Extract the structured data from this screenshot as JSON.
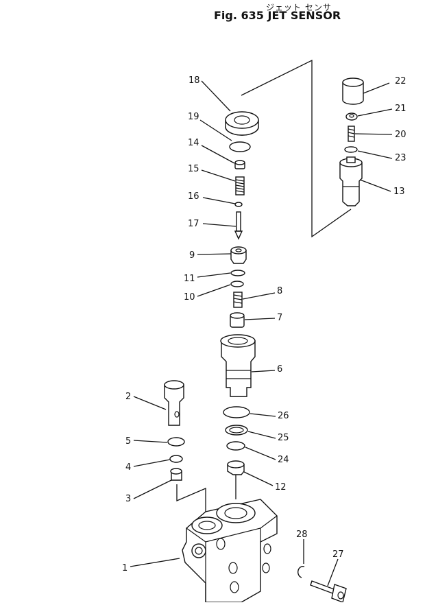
{
  "figure": {
    "title_jp": "ジェット センサ",
    "title_en": "Fig. 635  JET  SENSOR"
  },
  "callouts": {
    "c1": "1",
    "c2": "2",
    "c3": "3",
    "c4": "4",
    "c5": "5",
    "c6": "6",
    "c7": "7",
    "c8": "8",
    "c9": "9",
    "c10": "10",
    "c11": "11",
    "c12": "12",
    "c13": "13",
    "c14": "14",
    "c15": "15",
    "c16": "16",
    "c17": "17",
    "c18": "18",
    "c19": "19",
    "c20": "20",
    "c21": "21",
    "c22": "22",
    "c23": "23",
    "c24": "24",
    "c25": "25",
    "c26": "26",
    "c27": "27",
    "c28": "28"
  }
}
